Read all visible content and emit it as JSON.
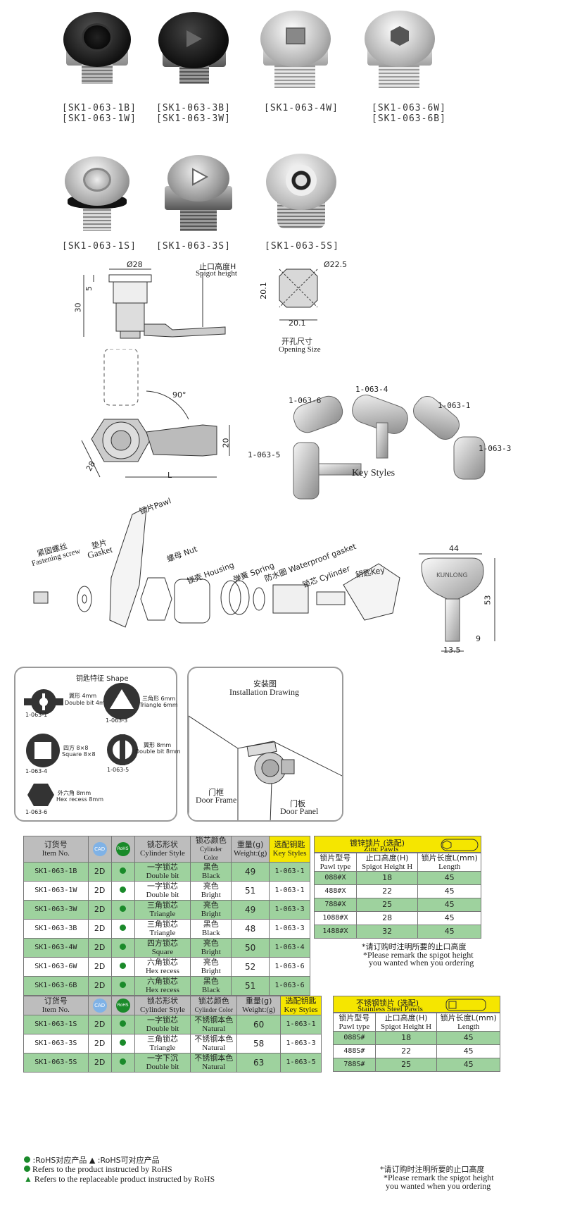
{
  "products_row1": [
    {
      "codes": [
        "[SK1-063-1B]",
        "[SK1-063-1W]"
      ]
    },
    {
      "codes": [
        "[SK1-063-3B]",
        "[SK1-063-3W]"
      ]
    },
    {
      "codes": [
        "[SK1-063-4W]"
      ]
    },
    {
      "codes": [
        "[SK1-063-6W]",
        "[SK1-063-6B]"
      ]
    }
  ],
  "products_row2": [
    {
      "codes": [
        "[SK1-063-1S]"
      ]
    },
    {
      "codes": [
        "[SK1-063-3S]"
      ]
    },
    {
      "codes": [
        "[SK1-063-5S]"
      ]
    }
  ],
  "drawing": {
    "dia28": "Ø28",
    "spigot_cn": "止口高度H",
    "spigot_en": "Spigot height",
    "dim5": "5",
    "dim30": "30",
    "dia22": "Ø22.5",
    "dim20_1v": "20.1",
    "dim20_1h": "20.1",
    "opening_cn": "开孔尺寸",
    "opening_en": "Opening Size",
    "angle": "90°",
    "dim20": "20",
    "dim28": "28",
    "dimL": "L"
  },
  "keys": {
    "k6": "1-063-6",
    "k4": "1-063-4",
    "k1": "1-063-1",
    "k5": "1-063-5",
    "k3": "1-063-3",
    "title": "Key Styles"
  },
  "exploded": {
    "pawl": "锁片Pawl",
    "screw_cn": "紧固螺丝",
    "screw_en": "Fastening screw",
    "gasket_cn": "垫片",
    "gasket_en": "Gasket",
    "nut": "螺母 Nut",
    "housing": "锁壳 Housing",
    "spring": "弹簧 Spring",
    "wgasket": "防水圈 Waterproof gasket",
    "cylinder": "锁芯 Cylinder",
    "key": "钥匙Key",
    "dim44": "44",
    "dim53": "53",
    "dim9": "9",
    "dim13": "13.5",
    "brand": "KUNLONG"
  },
  "shape_panel": {
    "title": "钥匙特征 Shape",
    "items": [
      {
        "cn": "翼形 4mm",
        "en": "Double bit 4mm",
        "code": "1-063-1"
      },
      {
        "cn": "三角形 6mm",
        "en": "Triangle 6mm",
        "code": "1-063-3"
      },
      {
        "cn": "四方 8×8",
        "en": "Square 8×8",
        "code": "1-063-4"
      },
      {
        "cn": "翼形 8mm",
        "en": "Double bit 8mm",
        "code": "1-063-5"
      },
      {
        "cn": "外六角 8mm",
        "en": "Hex recess 8mm",
        "code": "1-063-6"
      }
    ]
  },
  "install_panel": {
    "title_cn": "安装图",
    "title_en": "Installation Drawing",
    "frame_cn": "门框",
    "frame_en": "Door Frame",
    "panel_cn": "门板",
    "panel_en": "Door Panel"
  },
  "table1": {
    "headers": {
      "item_cn": "订货号",
      "item_en": "Item No.",
      "cad": "CAD",
      "rohs": "RoHS",
      "style_cn": "锁芯形状",
      "style_en": "Cylinder Style",
      "color_cn": "锁芯颜色",
      "color_en": "Cylinder Color",
      "weight_cn": "重量(g)",
      "weight_en": "Weight:(g)",
      "key_cn": "选配钥匙",
      "key_en": "Key Styles"
    },
    "rows": [
      {
        "item": "SK1-063-1B",
        "cad": "2D",
        "style_cn": "一字锁芯",
        "style_en": "Double bit",
        "color_cn": "黑色",
        "color_en": "Black",
        "weight": "49",
        "key": "1-063-1"
      },
      {
        "item": "SK1-063-1W",
        "cad": "2D",
        "style_cn": "一字锁芯",
        "style_en": "Double bit",
        "color_cn": "亮色",
        "color_en": "Bright",
        "weight": "51",
        "key": "1-063-1"
      },
      {
        "item": "SK1-063-3W",
        "cad": "2D",
        "style_cn": "三角锁芯",
        "style_en": "Triangle",
        "color_cn": "亮色",
        "color_en": "Bright",
        "weight": "49",
        "key": "1-063-3"
      },
      {
        "item": "SK1-063-3B",
        "cad": "2D",
        "style_cn": "三角锁芯",
        "style_en": "Triangle",
        "color_cn": "黑色",
        "color_en": "Black",
        "weight": "48",
        "key": "1-063-3"
      },
      {
        "item": "SK1-063-4W",
        "cad": "2D",
        "style_cn": "四方锁芯",
        "style_en": "Square",
        "color_cn": "亮色",
        "color_en": "Bright",
        "weight": "50",
        "key": "1-063-4"
      },
      {
        "item": "SK1-063-6W",
        "cad": "2D",
        "style_cn": "六角锁芯",
        "style_en": "Hex recess",
        "color_cn": "亮色",
        "color_en": "Bright",
        "weight": "52",
        "key": "1-063-6"
      },
      {
        "item": "SK1-063-6B",
        "cad": "2D",
        "style_cn": "六角锁芯",
        "style_en": "Hex recess",
        "color_cn": "黑色",
        "color_en": "Black",
        "weight": "51",
        "key": "1-063-6"
      }
    ]
  },
  "zinc_pawls": {
    "title_cn": "镀锌锁片 (选配)",
    "title_en": "Zinc Pawls",
    "h_type_cn": "锁片型号",
    "h_type_en": "Pawl type",
    "h_height_cn": "止口高度(H)",
    "h_height_en": "Spigot Height H",
    "h_len_cn": "锁片长度L(mm)",
    "h_len_en": "Length",
    "rows": [
      {
        "type": "088#X",
        "h": "18",
        "l": "45"
      },
      {
        "type": "488#X",
        "h": "22",
        "l": "45"
      },
      {
        "type": "788#X",
        "h": "25",
        "l": "45"
      },
      {
        "type": "1088#X",
        "h": "28",
        "l": "45"
      },
      {
        "type": "1488#X",
        "h": "32",
        "l": "45"
      }
    ],
    "note_cn": "*请订购时注明所要的止口高度",
    "note_en1": "*Please remark the spigot height",
    "note_en2": "you wanted when you ordering"
  },
  "table2": {
    "rows": [
      {
        "item": "SK1-063-1S",
        "cad": "2D",
        "style_cn": "一字锁芯",
        "style_en": "Double bit",
        "color_cn": "不锈钢本色",
        "color_en": "Natural",
        "weight": "60",
        "key": "1-063-1"
      },
      {
        "item": "SK1-063-3S",
        "cad": "2D",
        "style_cn": "三角锁芯",
        "style_en": "Triangle",
        "color_cn": "不锈钢本色",
        "color_en": "Natural",
        "weight": "58",
        "key": "1-063-3"
      },
      {
        "item": "SK1-063-5S",
        "cad": "2D",
        "style_cn": "一字下沉",
        "style_en": "Double bit",
        "color_cn": "不锈钢本色",
        "color_en": "Natural",
        "weight": "63",
        "key": "1-063-5"
      }
    ]
  },
  "ss_pawls": {
    "title_cn": "不锈钢锁片 (选配)",
    "title_en": "Stainless Steel Pawls",
    "rows": [
      {
        "type": "088S#",
        "h": "18",
        "l": "45"
      },
      {
        "type": "488S#",
        "h": "22",
        "l": "45"
      },
      {
        "type": "788S#",
        "h": "25",
        "l": "45"
      }
    ],
    "note_cn": "*请订购时注明所要的止口高度",
    "note_en1": "*Please remark the spigot height",
    "note_en2": "you wanted when you ordering"
  },
  "legend": {
    "l1": ":RoHS对应产品",
    "l1b": "▲ :RoHS可对应产品",
    "l2": "Refers to the product instructed by RoHS",
    "l3": "Refers to the replaceable product instructed by RoHS"
  },
  "colors": {
    "accent_yellow": "#f5e600",
    "row_green": "#9ed29e",
    "header_gray": "#bdbdbd",
    "rohs_green": "#1a8a2a",
    "cad_blue": "#7fb2e6"
  }
}
